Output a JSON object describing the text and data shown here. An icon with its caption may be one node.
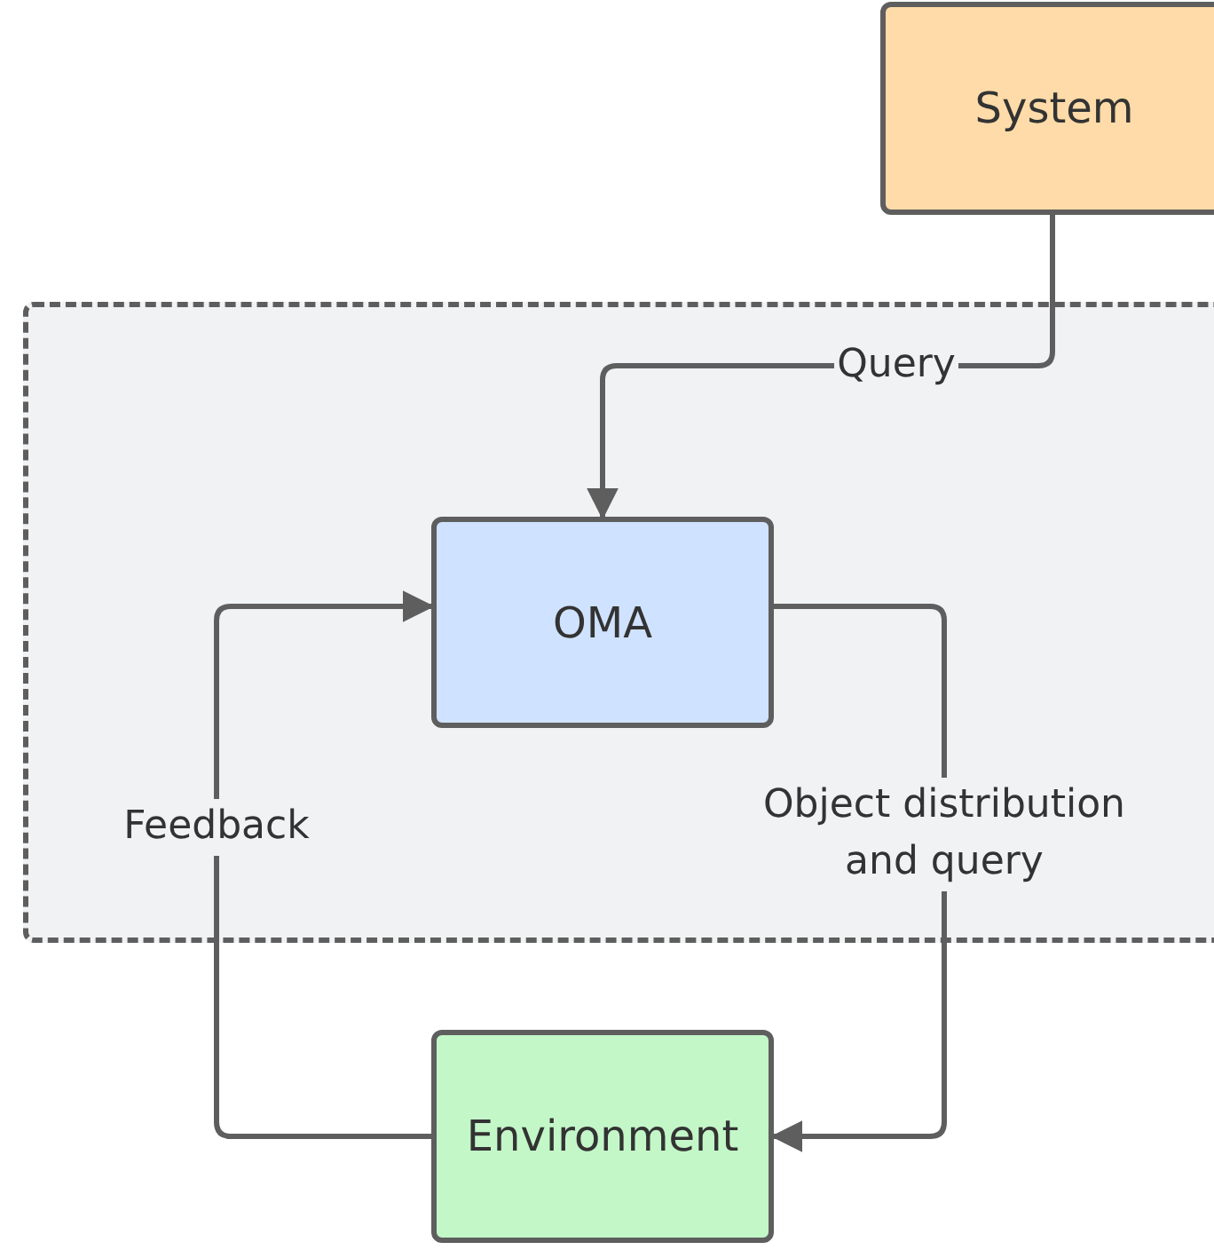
{
  "diagram": {
    "nodes": [
      {
        "text": [
          "System"
        ]
      },
      {
        "text": [],
        "shape": "box"
      },
      {
        "text": [
          "OMA"
        ],
        "in": 1
      },
      {
        "text": [
          "Environment"
        ]
      }
    ],
    "edges": [
      {
        "from": 0,
        "to": 2,
        "arrow": "to",
        "label": "Query"
      },
      {
        "from": 2,
        "to": 3,
        "arrow": "to",
        "label": "Object distribution and query"
      },
      {
        "from": 3,
        "to": 2,
        "arrow": "to",
        "label": "Feedback"
      }
    ]
  }
}
